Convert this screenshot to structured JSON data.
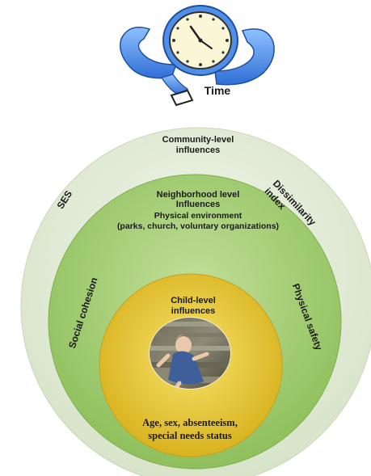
{
  "time": {
    "label": "Time"
  },
  "rings": {
    "community": {
      "title_line1": "Community-level",
      "title_line2": "influences",
      "left_label": "SES",
      "right_label_line1": "Dissimilarity",
      "right_label_line2": "index"
    },
    "neighborhood": {
      "title_line1": "Neighborhood level",
      "title_line2": "Influences",
      "subtitle_line1": "Physical environment",
      "subtitle_line2": "(parks, church, voluntary organizations)",
      "left_label": "Social cohesion",
      "right_label": "Physical safety"
    },
    "child": {
      "title_line1": "Child-level",
      "title_line2": "influences",
      "bottom_line1": "Age, sex, absenteeism,",
      "bottom_line2": "special needs status"
    }
  },
  "colors": {
    "outer_ring": "#e2ebd8",
    "middle_ring": "#a9cf7a",
    "inner_ring": "#e8cb3a",
    "watch_band": "#5b9bef",
    "watch_face": "#fbf6d5"
  }
}
